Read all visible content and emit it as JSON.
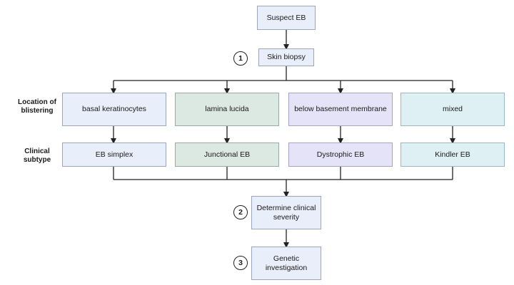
{
  "nodes": {
    "suspect": "Suspect EB",
    "biopsy": "Skin biopsy",
    "locations": [
      "basal keratinocytes",
      "lamina lucida",
      "below basement membrane",
      "mixed"
    ],
    "subtypes": [
      "EB simplex",
      "Junctional EB",
      "Dystrophic EB",
      "Kindler EB"
    ],
    "severity": "Determine clinical severity",
    "genetic": "Genetic investigation"
  },
  "steps": [
    "1",
    "2",
    "3"
  ],
  "row_labels": {
    "location": "Location of blistering",
    "subtype": "Clinical subtype"
  },
  "colors": {
    "blue": "#e8eefa",
    "green": "#dce8e2",
    "purple": "#e5e3f7",
    "cyan": "#dff0f4",
    "line": "#222222"
  }
}
